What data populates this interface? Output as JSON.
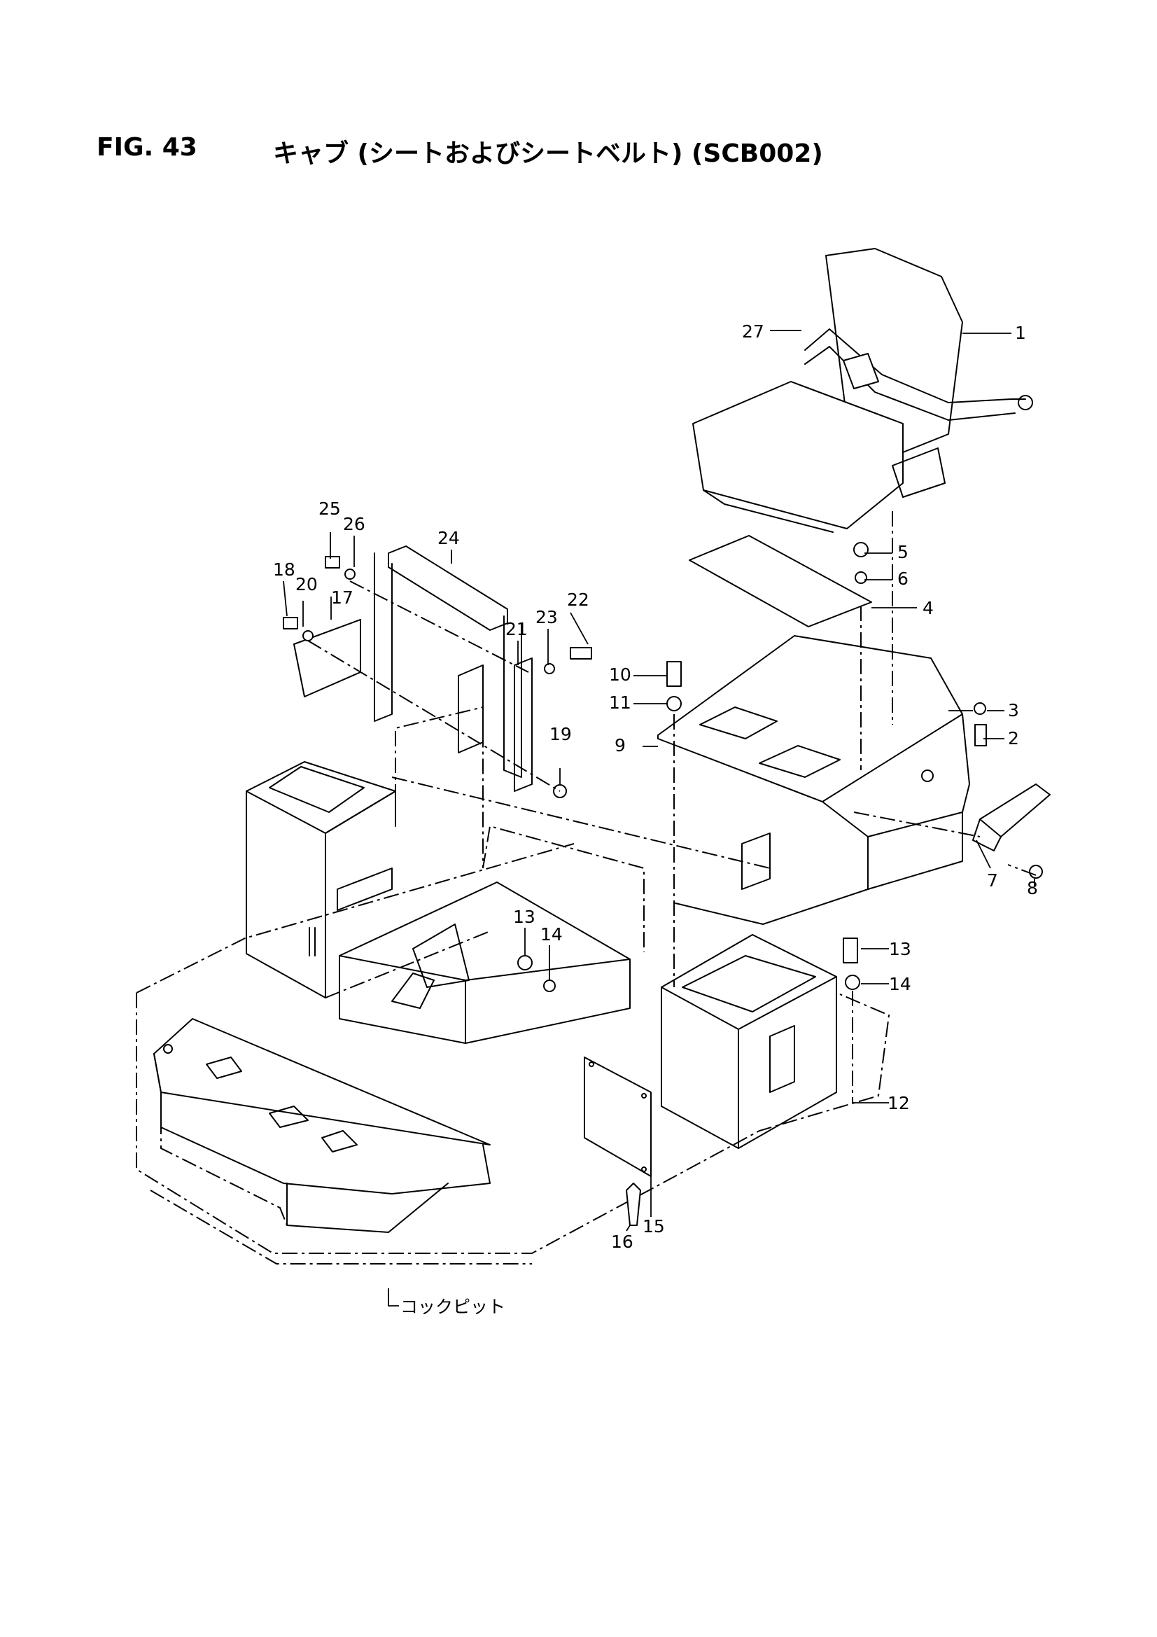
{
  "figure": {
    "number": "FIG. 43",
    "title": "キャブ (シートおよびシートベルト) (SCB002)"
  },
  "callouts": {
    "c1": "1",
    "c2": "2",
    "c3": "3",
    "c4": "4",
    "c5": "5",
    "c6": "6",
    "c7": "7",
    "c8": "8",
    "c9": "9",
    "c10": "10",
    "c11": "11",
    "c12": "12",
    "c13a": "13",
    "c13b": "13",
    "c14a": "14",
    "c14b": "14",
    "c15": "15",
    "c16": "16",
    "c17": "17",
    "c18": "18",
    "c19": "19",
    "c20": "20",
    "c21": "21",
    "c22": "22",
    "c23": "23",
    "c24": "24",
    "c25": "25",
    "c26": "26",
    "c27": "27"
  },
  "reference_label": "コックピット"
}
